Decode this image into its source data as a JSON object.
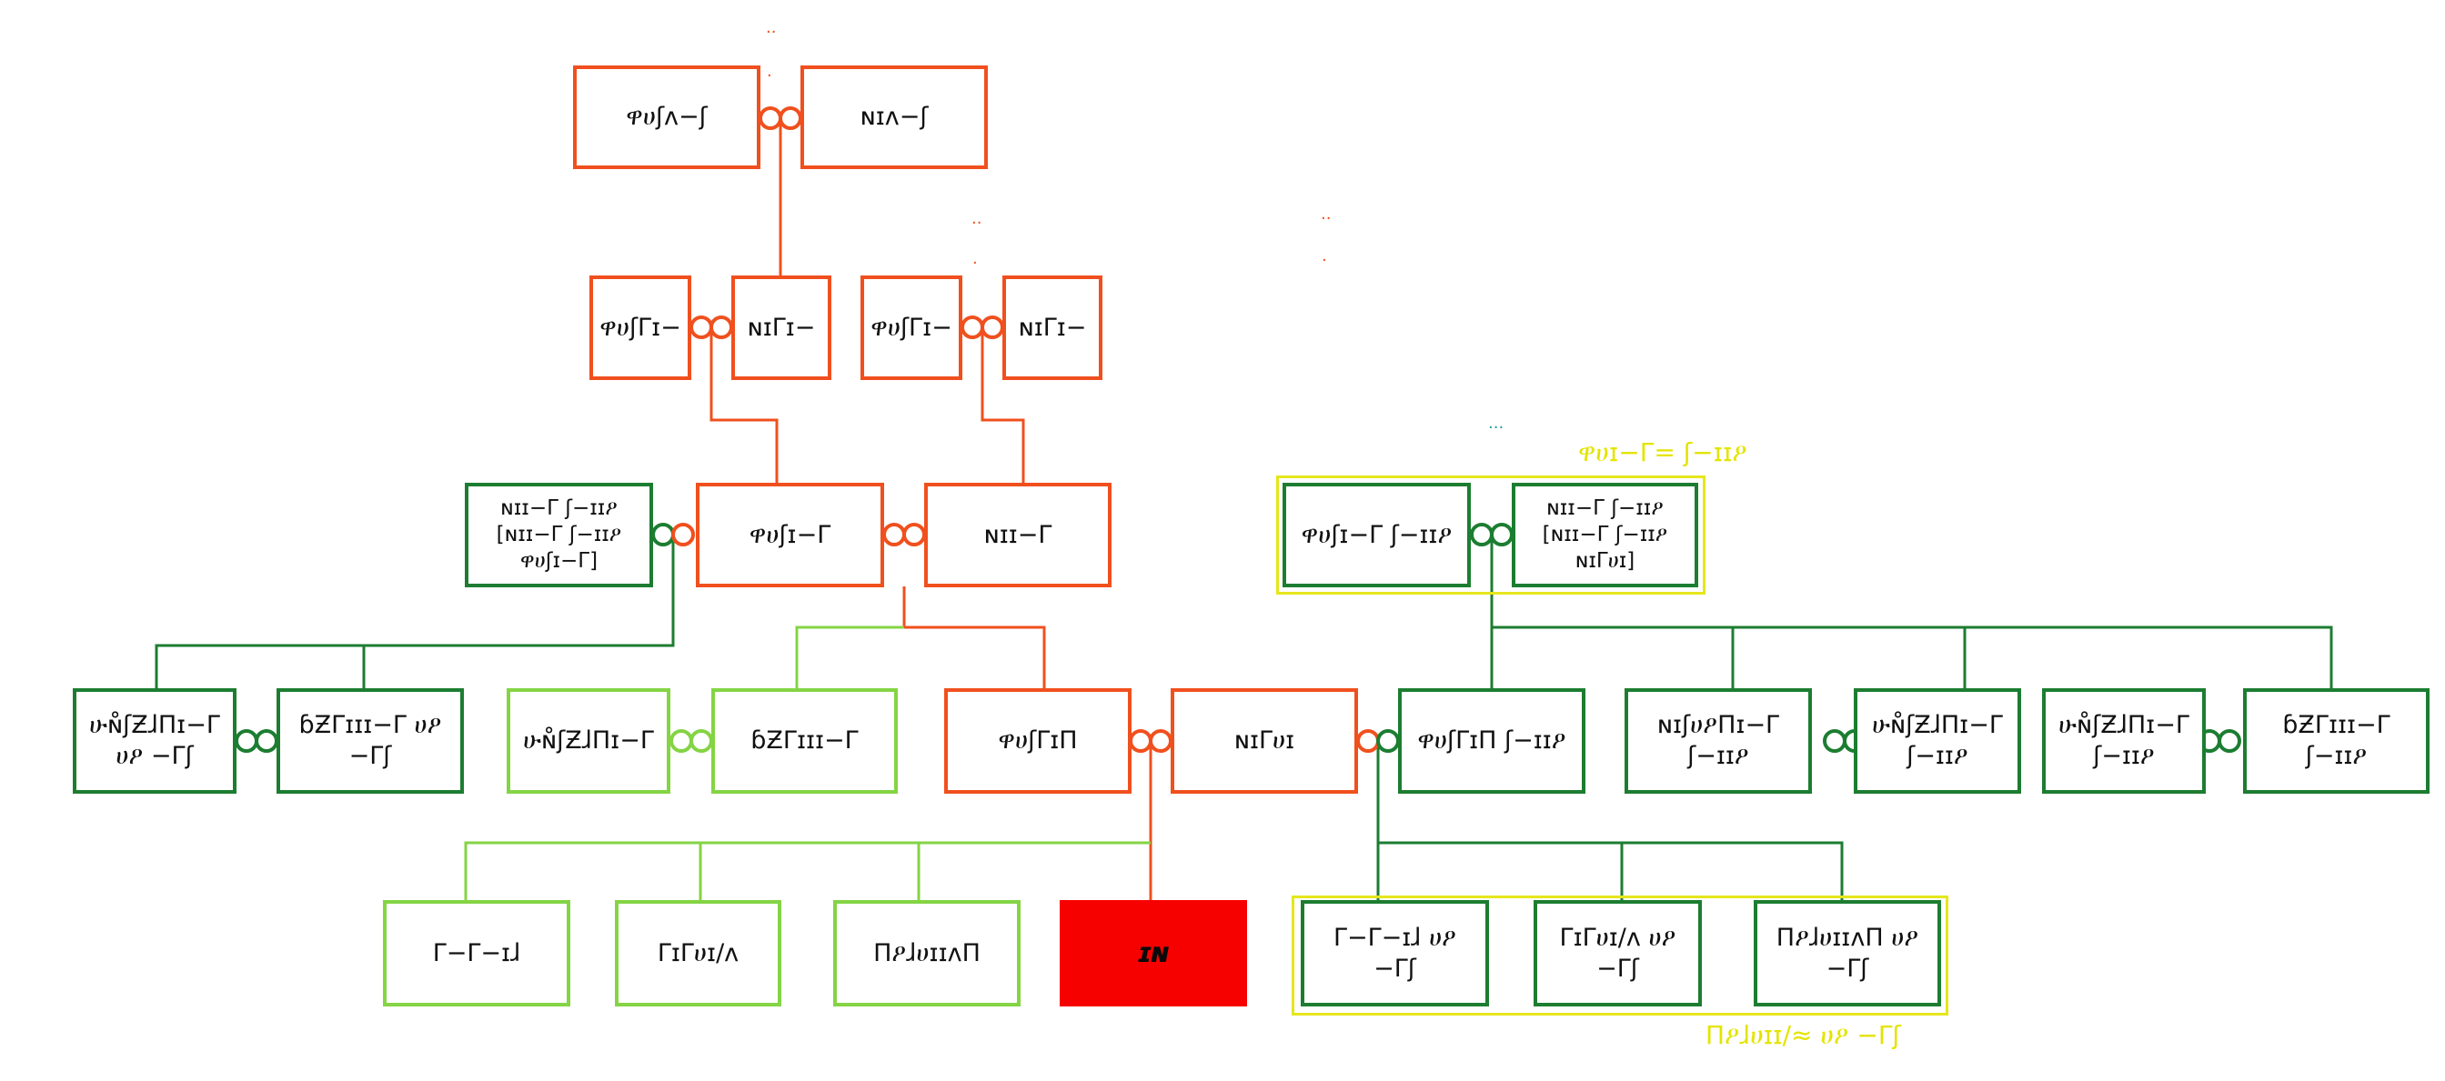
{
  "colors": {
    "orange": "#f0501e",
    "dark_green": "#1c7d31",
    "light_green": "#84d444",
    "red": "#f70000",
    "yellow": "#e6e61c"
  },
  "persons": {
    "gen1_father": "ዋሀʃʌ−ʃ",
    "gen1_mother": "ɴɪʌ−ʃ",
    "gen2_father_a": "ዋሀʃΓɪ−",
    "gen2_mother_a": "ɴɪΓɪ−",
    "gen2_father_b": "ዋሀʃΓɪ−",
    "gen2_mother_b": "ɴɪΓɪ−",
    "gen3_other_mother": [
      "ɴɪɪ−Γ ʃ−ɪɪዖ",
      "[ɴɪɪ−Γ ʃ−ɪɪዖ ዋሀʃɪ−Γ]"
    ],
    "gen3_father": "ዋሀʃɪ−Γ",
    "gen3_mother": "ɴɪɪ−Γ",
    "gen3_stepfather": "ዋሀʃɪ−Γ ʃ−ɪɪዖ",
    "gen3_stepmother": [
      "ɴɪɪ−Γ ʃ−ɪɪዖ",
      "[ɴɪɪ−Γ ʃ−ɪɪዖ ɴɪΓሀɪ]"
    ],
    "half_aunt": [
      "ሁɴ̊ʃƵɺΠɪ−Γ",
      "ሀዖ −Γʃ"
    ],
    "half_aunt_partner": "ɓƵΓɪɪɪ−Γ ሀዖ −Γʃ",
    "aunt": "ሁɴ̊ʃƵɺΠɪ−Γ",
    "uncle": "ɓƵΓɪɪɪ−Γ",
    "father": "ዋሀʃΓɪΠ",
    "mother": "ɴɪΓሀɪ",
    "stepbrother": "ዋሀʃΓɪΠ ʃ−ɪɪዖ",
    "stepsister_partner": "ɴɪʃሀዖΠɪ−Γ ʃ−ɪɪዖ",
    "stepsister": [
      "ሁɴ̊ʃƵɺΠɪ−Γ",
      "ʃ−ɪɪዖ"
    ],
    "stepsister2": [
      "ሁɴ̊ʃƵɺΠɪ−Γ",
      "ʃ−ɪɪዖ"
    ],
    "stepbrother2": "ɓƵΓɪɪɪ−Γ ʃ−ɪɪዖ",
    "sibling1": "Γ−Γ−ɪɺ",
    "sibling2": "ΓɪΓሀɪ/ʌ",
    "sibling3": "ΠዖɺሀɪɪʌΠ",
    "ego": "ɪɴ",
    "half_sibling1": "Γ−Γ−ɪɺ ሀዖ −Γʃ",
    "half_sibling2": [
      "ΓɪΓሀɪ/ʌ ሀዖ",
      "−Γʃ"
    ],
    "half_sibling3": [
      "ΠዖɺሀɪɪʌΠ ሀዖ",
      "−Γʃ"
    ]
  },
  "groups": {
    "step_family_label": "ዋሀɪ−Γ= ʃ−ɪɪዖ",
    "half_siblings_label": "Πዖɺሀɪɪ/≈ ሀዖ −Γʃ"
  },
  "marks": {
    "m1": "..",
    "m2": ".",
    "m3": "..",
    "m4": ".",
    "m5": "..",
    "m6": ".",
    "m7": "..."
  }
}
